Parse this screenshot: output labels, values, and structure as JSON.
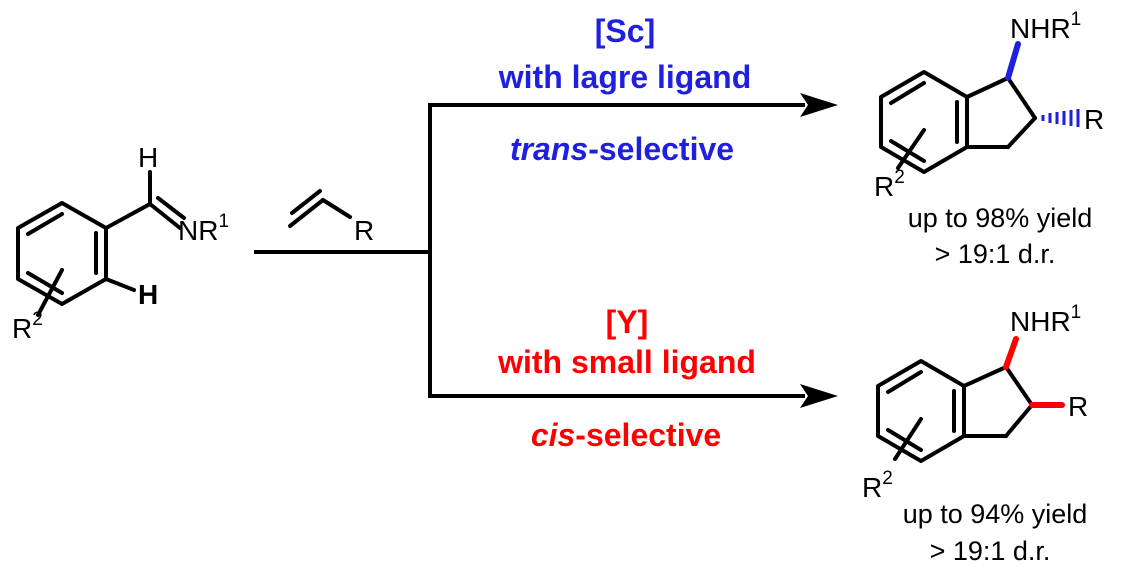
{
  "colors": {
    "scandium": "#1f1fe0",
    "yttrium": "#ff0000",
    "ink": "#000000"
  },
  "reactant_imine": {
    "h_label": "H",
    "n_label": "NR",
    "n_sup": "1",
    "ortho_h_label": "H",
    "r_label": "R",
    "r_sup": "2"
  },
  "reactant_alkene": {
    "r_label": "R"
  },
  "top_conditions": {
    "catalyst": "[Sc]",
    "ligand": "with lagre ligand",
    "selectivity_em": "trans",
    "selectivity_rest": "-selective"
  },
  "bottom_conditions": {
    "catalyst": "[Y]",
    "ligand": "with small ligand",
    "selectivity_em": "cis",
    "selectivity_rest": "-selective"
  },
  "top_product": {
    "amine_label": "NHR",
    "amine_sup": "1",
    "r_label": "R",
    "r2_label": "R",
    "r2_sup": "2",
    "yield": "up to 98% yield",
    "dr": "> 19:1 d.r."
  },
  "bottom_product": {
    "amine_label": "NHR",
    "amine_sup": "1",
    "r_label": "R",
    "r2_label": "R",
    "r2_sup": "2",
    "yield": "up to 94% yield",
    "dr": "> 19:1 d.r."
  }
}
